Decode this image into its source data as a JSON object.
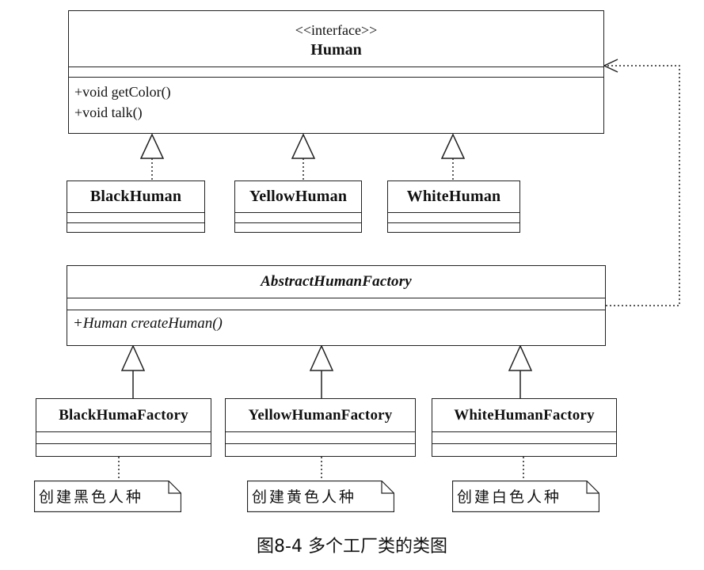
{
  "human_interface": {
    "stereotype": "<<interface>>",
    "name": "Human",
    "operations": [
      "+void getColor()",
      "+void talk()"
    ]
  },
  "concrete_humans": [
    "BlackHuman",
    "YellowHuman",
    "WhiteHuman"
  ],
  "abstract_factory": {
    "name": "AbstractHumanFactory",
    "operation": "+Human createHuman()"
  },
  "concrete_factories": [
    "BlackHumaFactory",
    "YellowHumanFactory",
    "WhiteHumanFactory"
  ],
  "notes": [
    "创建黑色人种",
    "创建黄色人种",
    "创建白色人种"
  ],
  "caption": "图8-4 多个工厂类的类图"
}
